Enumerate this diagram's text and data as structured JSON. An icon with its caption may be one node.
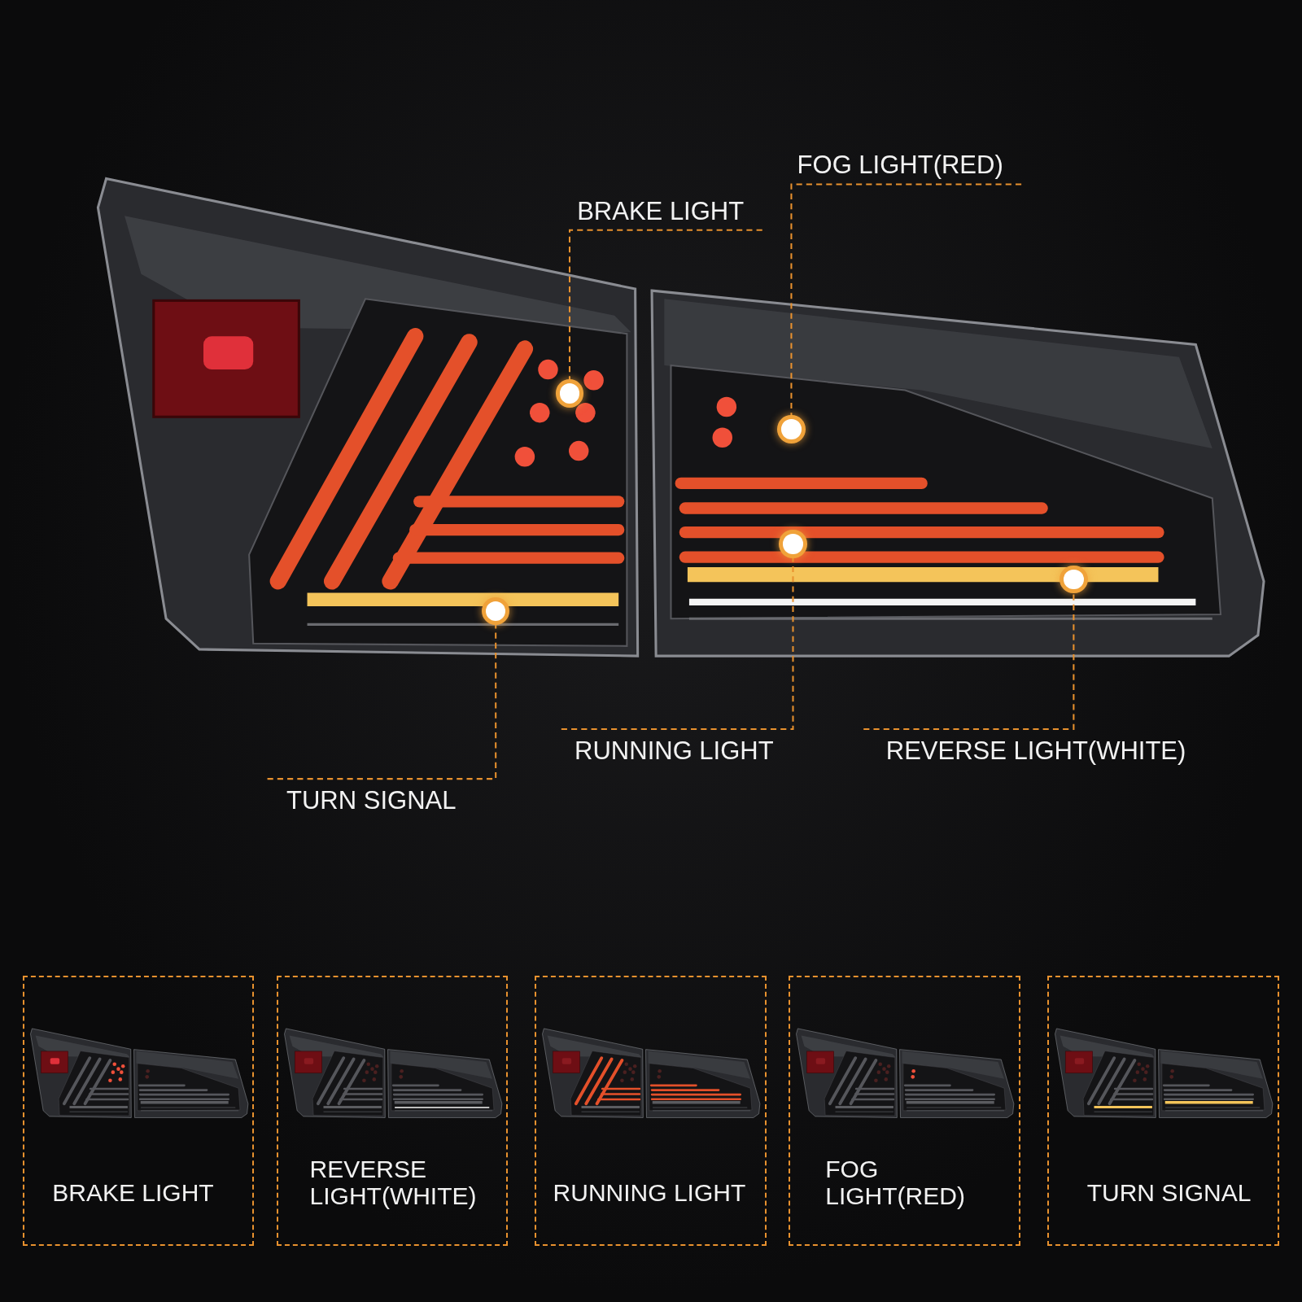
{
  "diagram": {
    "nodes": [
      {
        "text": [
          "FOG LIGHT(RED)"
        ]
      },
      {
        "text": [
          "BRAKE LIGHT"
        ]
      },
      {
        "text": [
          "REVERSE LIGHT(WHITE)"
        ]
      },
      {
        "text": [
          "RUNNING LIGHT"
        ]
      },
      {
        "text": [
          "TURN SIGNAL"
        ]
      },
      {
        "text": [],
        "shape": "circle"
      },
      {
        "text": [],
        "shape": "circle"
      },
      {
        "text": [],
        "shape": "circle"
      },
      {
        "text": [],
        "shape": "circle"
      },
      {
        "text": [],
        "shape": "circle"
      },
      {
        "text": [
          "BRAKE LIGHT"
        ]
      },
      {
        "text": [
          "REVERSE LIGHT(WHITE)"
        ]
      },
      {
        "text": [
          "RUNNING LIGHT"
        ]
      },
      {
        "text": [
          "FOG LIGHT(RED)"
        ]
      },
      {
        "text": [
          "TURN SIGNAL"
        ]
      }
    ],
    "edges": [
      {
        "from": 0,
        "to": 7,
        "arrow": "none",
        "style": "dashed"
      },
      {
        "from": 1,
        "to": 6,
        "arrow": "none",
        "style": "dashed"
      },
      {
        "from": 2,
        "to": 9,
        "arrow": "none",
        "style": "dashed"
      },
      {
        "from": 3,
        "to": 8,
        "arrow": "none",
        "style": "dashed"
      },
      {
        "from": 4,
        "to": 5,
        "arrow": "none",
        "style": "dashed"
      }
    ]
  }
}
